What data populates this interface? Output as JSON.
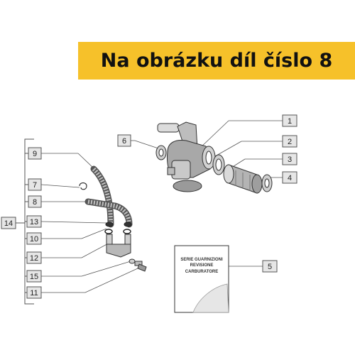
{
  "banner": {
    "text": "Na obrázku díl číslo 8"
  },
  "labels": {
    "n1": "1",
    "n2": "2",
    "n3": "3",
    "n4": "4",
    "n5": "5",
    "n6": "6",
    "n7": "7",
    "n8": "8",
    "n9": "9",
    "n10": "10",
    "n11": "11",
    "n12": "12",
    "n13": "13",
    "n14": "14",
    "n15": "15"
  },
  "kit_box": {
    "line1": "SERIE GUARNIZIONI",
    "line2": "REVISIONE",
    "line3": "CARBURATORE"
  },
  "colors": {
    "banner": "#f6c12a",
    "label_fill": "#e6e6e6",
    "line": "#555555"
  }
}
